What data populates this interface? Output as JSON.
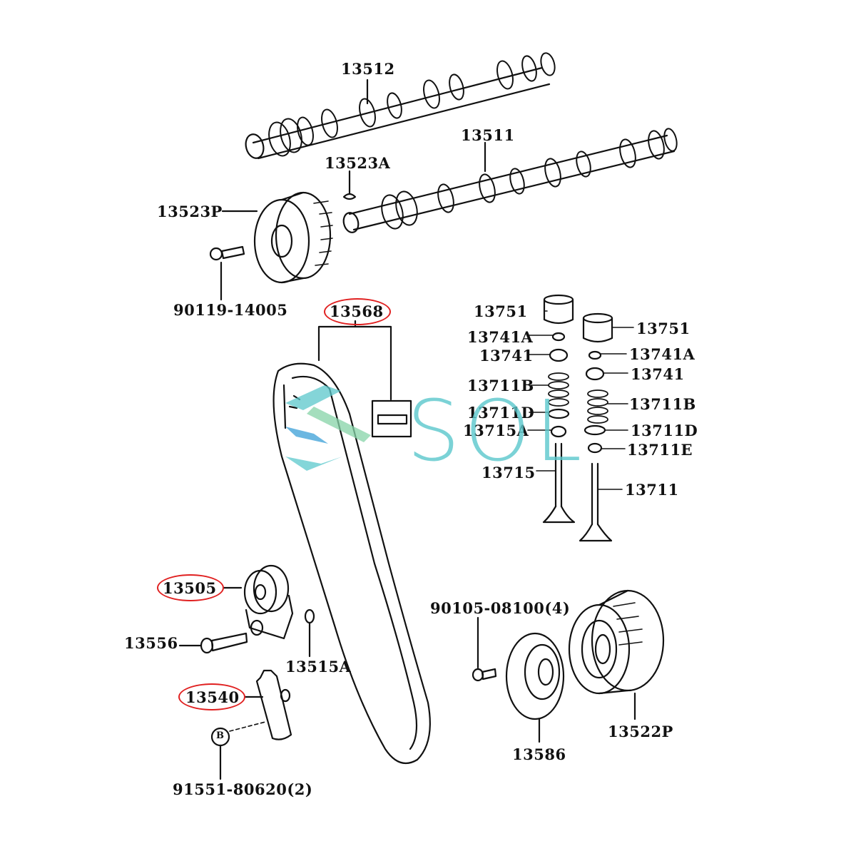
{
  "diagram": {
    "title": "Camshaft, Timing Belt and Valve parts diagram",
    "line_color": "#111111",
    "highlight_color": "#e02020",
    "watermark": {
      "text": "SOL",
      "color": "#5bc8cc",
      "accent_colors": [
        "#5bc8cc",
        "#3aa0d8",
        "#86d4a8"
      ]
    },
    "labels": {
      "p13512": "13512",
      "p13511": "13511",
      "p13523A": "13523A",
      "p13523P": "13523P",
      "p90119": "90119-14005",
      "p13568": "13568",
      "p13751_l": "13751",
      "p13751_r": "13751",
      "p13741A_l": "13741A",
      "p13741A_r": "13741A",
      "p13741_l": "13741",
      "p13741_r": "13741",
      "p13711B_l": "13711B",
      "p13711B_r": "13711B",
      "p13711D_l": "13711D",
      "p13711D_r": "13711D",
      "p13715A": "13715A",
      "p13711E": "13711E",
      "p13715": "13715",
      "p13711": "13711",
      "p13505": "13505",
      "p13556": "13556",
      "p13515A": "13515A",
      "p13540": "13540",
      "p91551": "91551-80620(2)",
      "p90105": "90105-08100(4)",
      "p13586": "13586",
      "p13522P": "13522P",
      "b_marker": "B"
    },
    "highlighted_parts": [
      "13568",
      "13505",
      "13540"
    ]
  }
}
